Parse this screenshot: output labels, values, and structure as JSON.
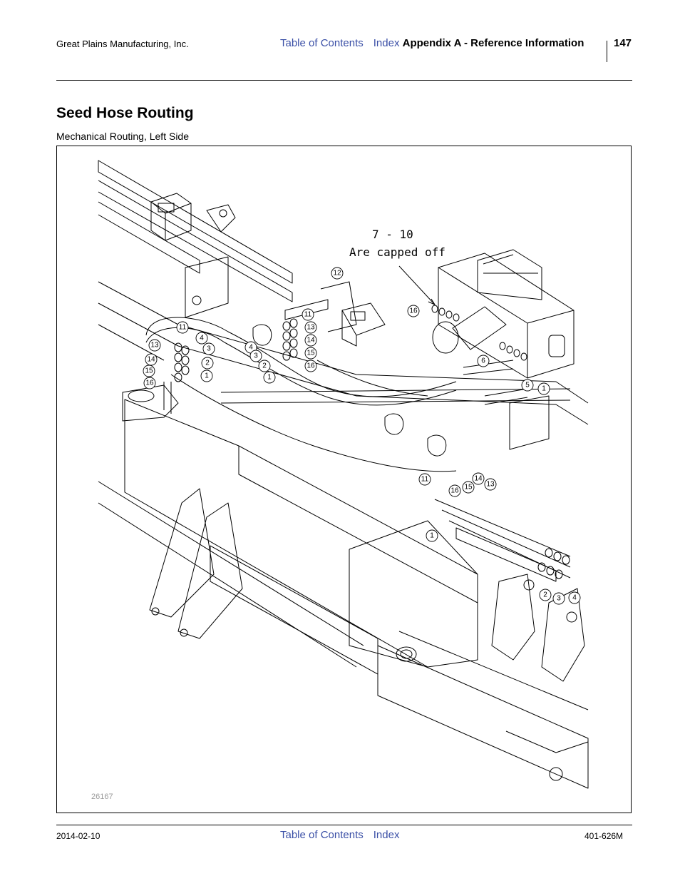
{
  "header": {
    "company": "Great Plains Manufacturing, Inc.",
    "toc_link": "Table of Contents",
    "index_link": "Index",
    "section": "Appendix A - Reference Information",
    "page_number": "147"
  },
  "content": {
    "title": "Seed Hose Routing",
    "subtitle": "Mechanical Routing, Left Side"
  },
  "figure": {
    "note_line1": "7 - 10",
    "note_line2": "Are capped off",
    "figure_number": "26167",
    "callouts": [
      "12",
      "11",
      "13",
      "14",
      "15",
      "16",
      "4",
      "3",
      "2",
      "1",
      "11",
      "4",
      "3",
      "13",
      "2",
      "14",
      "1",
      "15",
      "16",
      "16",
      "6",
      "5",
      "1",
      "11",
      "16",
      "15",
      "14",
      "13",
      "1",
      "2",
      "3",
      "4"
    ]
  },
  "footer": {
    "date": "2014-02-10",
    "toc_link": "Table of Contents",
    "index_link": "Index",
    "doc_number": "401-626M"
  },
  "colors": {
    "link": "#3a4fa6",
    "figure_number": "#9a9a9a"
  }
}
